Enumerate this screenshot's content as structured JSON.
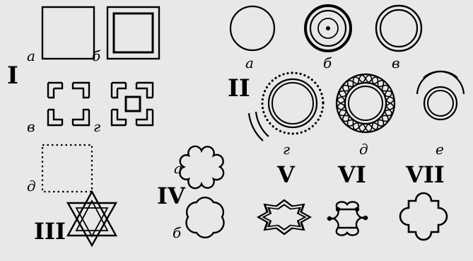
{
  "groups": {
    "I": {
      "numeral": "I",
      "letters": {
        "a": "а",
        "b": "б",
        "c": "в",
        "d": "г",
        "e": "д"
      }
    },
    "II": {
      "numeral": "II",
      "letters": {
        "a": "а",
        "b": "б",
        "c": "в",
        "d": "г",
        "e": "д",
        "f": "е"
      }
    },
    "III": {
      "numeral": "III"
    },
    "IV": {
      "numeral": "IV",
      "letters": {
        "a": "а",
        "b": "б"
      }
    },
    "V": {
      "numeral": "V"
    },
    "VI": {
      "numeral": "VI"
    },
    "VII": {
      "numeral": "VII"
    }
  }
}
